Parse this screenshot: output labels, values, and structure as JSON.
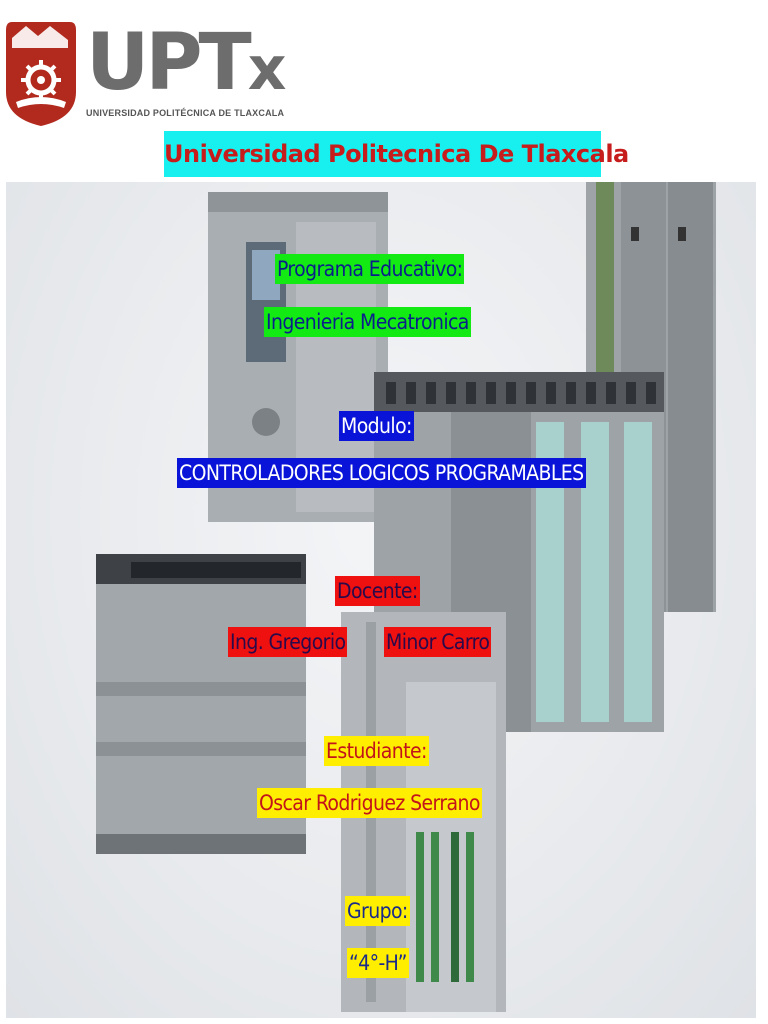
{
  "logo": {
    "name": "UPTx",
    "main": "UPT",
    "suffix": "x",
    "subtitle": "UNIVERSIDAD POLITÉCNICA DE TLAXCALA"
  },
  "header": {
    "title": "Universidad Politecnica De Tlaxcala"
  },
  "cover": {
    "program_label": "Programa Educativo:",
    "program_value": "Ingenieria Mecatronica",
    "module_label": "Modulo:",
    "module_value": "CONTROLADORES LOGICOS PROGRAMABLES",
    "teacher_label": "Docente:",
    "teacher_first": "Ing. Gregorio",
    "teacher_last": "Minor Carro",
    "student_label": "Estudiante:",
    "student_value": "Oscar Rodriguez Serrano",
    "group_label": "Grupo:",
    "group_value": "“4°-H”"
  },
  "colors": {
    "title_bg": "#17f0ee",
    "title_text": "#c61c1c",
    "green_bg": "#13ea13",
    "blue_bg": "#0a14d8",
    "red_bg": "#ef1010",
    "yellow_bg": "#ffee00",
    "logo_red": "#b22a1e",
    "logo_gray": "#6d6d6d"
  }
}
